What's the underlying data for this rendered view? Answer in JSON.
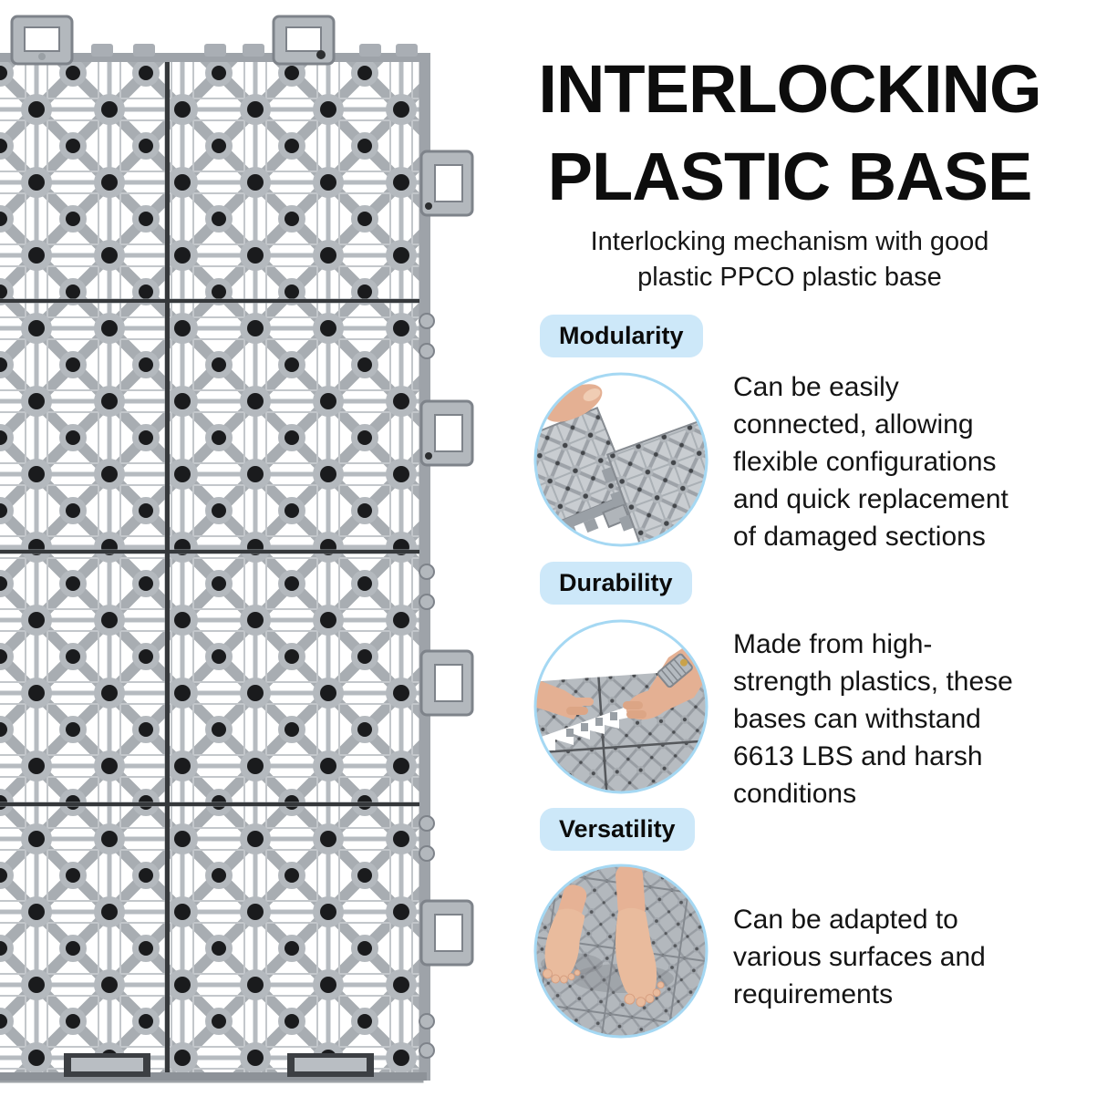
{
  "hero": {
    "title": "INTERLOCKING\nPLASTIC BASE",
    "subtitle": "Interlocking mechanism with good\nplastic PPCO plastic base"
  },
  "features": [
    {
      "badge": "Modularity",
      "image_alt": "hand-connecting-two-interlocking-tiles",
      "text": "Can be easily\nconnected, allowing\nflexible configurations\nand quick replacement\nof damaged sections"
    },
    {
      "badge": "Durability",
      "image_alt": "hands-pressing-tile-seam-together",
      "text": "Made from high-\nstrength plastics, these\nbases can withstand\n6613 LBS and harsh\nconditions"
    },
    {
      "badge": "Versatility",
      "image_alt": "bare-feet-standing-on-tile-floor",
      "text": "Can be adapted to\nvarious surfaces and\nrequirements"
    }
  ],
  "product_image_alt": "interlocking-plastic-base-tiles-top-view",
  "colors": {
    "background": "#ffffff",
    "badge_bg": "#cde8f9",
    "circle_border": "#a5d8f3",
    "text": "#101010",
    "tile_gray": "#aaafb5",
    "tile_ring": "#b4b9be",
    "tile_hole": "#1a1b1d",
    "tile_seam": "#35383b",
    "skin": "#e6b295"
  }
}
